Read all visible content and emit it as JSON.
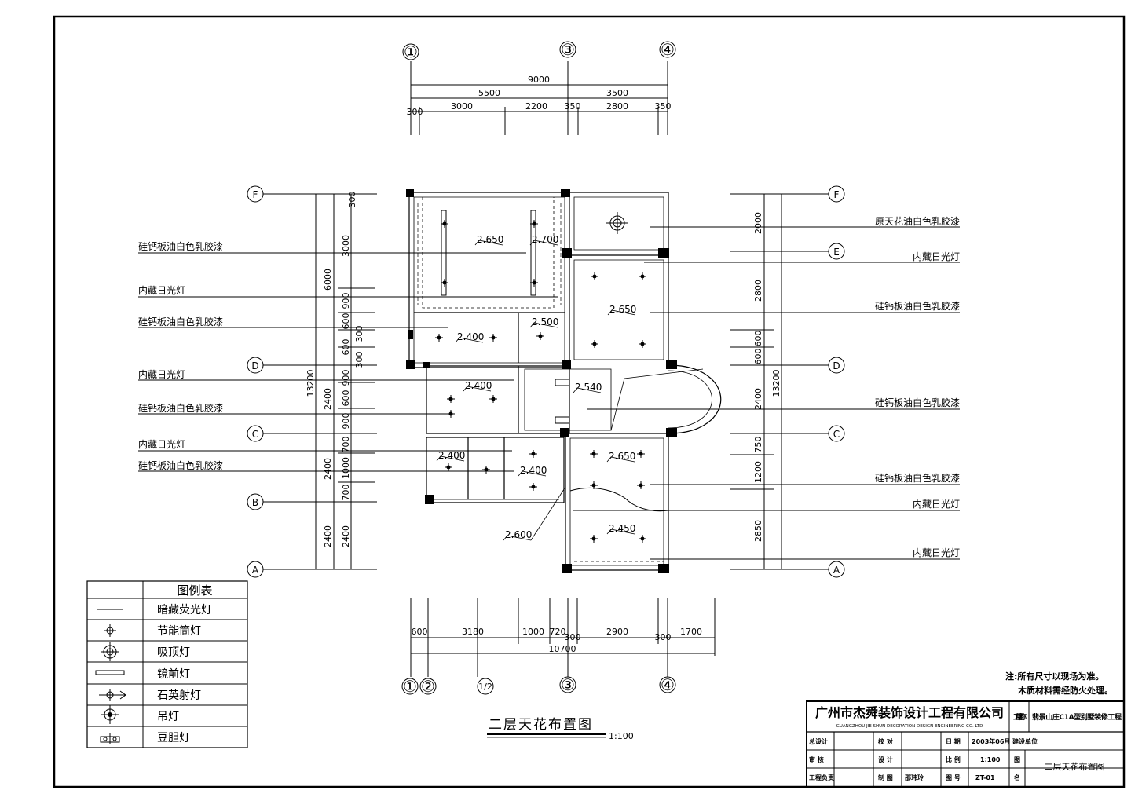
{
  "grid_top": [
    "①",
    "③",
    "④"
  ],
  "grid_bottom": [
    "①",
    "②",
    "1/2",
    "③",
    "④"
  ],
  "grid_rows": [
    "F",
    "E",
    "D",
    "C",
    "B",
    "A"
  ],
  "dims_top": {
    "total": "9000",
    "row2": [
      "5500",
      "3500"
    ],
    "row3": [
      "300",
      "3000",
      "2200",
      "350",
      "2800",
      "350"
    ]
  },
  "dims_bottom": {
    "row1": [
      "600",
      "3180",
      "1000",
      "720",
      "300",
      "2900",
      "300",
      "1700"
    ],
    "total": "10700"
  },
  "dims_left": {
    "total": "13200",
    "mid": [
      "6000",
      "2400",
      "2400",
      "2400"
    ],
    "fine": [
      "300",
      "3000",
      "900",
      "600",
      "300",
      "600",
      "300",
      "900",
      "600",
      "900",
      "700",
      "1000",
      "700",
      "2400"
    ]
  },
  "dims_right": {
    "total": "13200",
    "fine": [
      "2000",
      "2800",
      "600",
      "600",
      "2400",
      "750",
      "1200",
      "2850"
    ]
  },
  "labels_left": [
    "硅钙板油白色乳胶漆",
    "内藏日光灯",
    "硅钙板油白色乳胶漆",
    "内藏日光灯",
    "硅钙板油白色乳胶漆",
    "内藏日光灯",
    "硅钙板油白色乳胶漆"
  ],
  "labels_right": [
    "原天花油白色乳胶漆",
    "内藏日光灯",
    "硅钙板油白色乳胶漆",
    "硅钙板油白色乳胶漆",
    "硅钙板油白色乳胶漆",
    "内藏日光灯",
    "内藏日光灯"
  ],
  "heights": [
    "2.650",
    "2.700",
    "2.400",
    "2.500",
    "2.650",
    "2.400",
    "2.540",
    "2.400",
    "2.400",
    "2.650",
    "2.450",
    "2.600"
  ],
  "legend": {
    "title": "图例表",
    "items": [
      {
        "icon": "concealed-fluorescent-icon",
        "label": "暗藏荧光灯"
      },
      {
        "icon": "downlight-icon",
        "label": "节能筒灯"
      },
      {
        "icon": "ceiling-light-icon",
        "label": "吸顶灯"
      },
      {
        "icon": "mirror-light-icon",
        "label": "镜前灯"
      },
      {
        "icon": "quartz-spotlight-icon",
        "label": "石英射灯"
      },
      {
        "icon": "pendant-light-icon",
        "label": "吊灯"
      },
      {
        "icon": "bean-light-icon",
        "label": "豆胆灯"
      }
    ]
  },
  "drawing_title": "二层天花布置图",
  "scale": "1:100",
  "notes": [
    "注:所有尺寸以现场为准。",
    "木质材料需经防火处理。"
  ],
  "title_block": {
    "company": "广州市杰舜装饰设计工程有限公司",
    "company_en": "GUANGZHOU JIE SHUN DECORATION DESIGN ENGINEERING CO. LTD",
    "project_label": "工程名称",
    "project_name": "翡景山庄C1A型别墅装修工程",
    "rows": [
      [
        "总设计",
        "",
        "校 对",
        "",
        "日 期",
        "2003年06月",
        "建设单位",
        ""
      ],
      [
        "审 核",
        "",
        "设 计",
        "",
        "比 例",
        "1:100",
        "图",
        ""
      ],
      [
        "工程负责",
        "",
        "制 图",
        "邵玮玲",
        "图 号",
        "ZT-01",
        "名",
        "二层天花布置图"
      ]
    ]
  }
}
